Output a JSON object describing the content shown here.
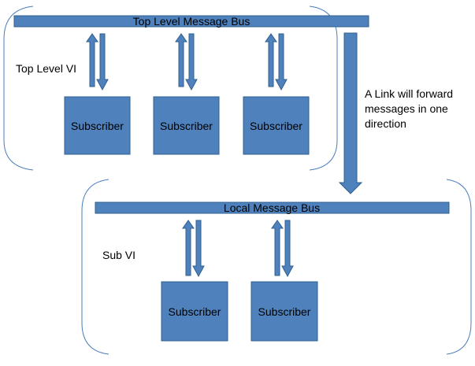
{
  "top_bus": {
    "label": "Top Level Message Bus"
  },
  "top_region": {
    "label": "Top Level VI"
  },
  "top_subscribers": [
    {
      "label": "Subscriber"
    },
    {
      "label": "Subscriber"
    },
    {
      "label": "Subscriber"
    }
  ],
  "link": {
    "annotation_lines": [
      "A Link will forward",
      "messages in one",
      "direction"
    ]
  },
  "local_bus": {
    "label": "Local Message Bus"
  },
  "sub_region": {
    "label": "Sub VI"
  },
  "sub_subscribers": [
    {
      "label": "Subscriber"
    },
    {
      "label": "Subscriber"
    }
  ],
  "colors": {
    "box_fill": "#4F81BD",
    "box_stroke": "#2F5F8F",
    "frame_stroke": "#4A7EBB"
  }
}
